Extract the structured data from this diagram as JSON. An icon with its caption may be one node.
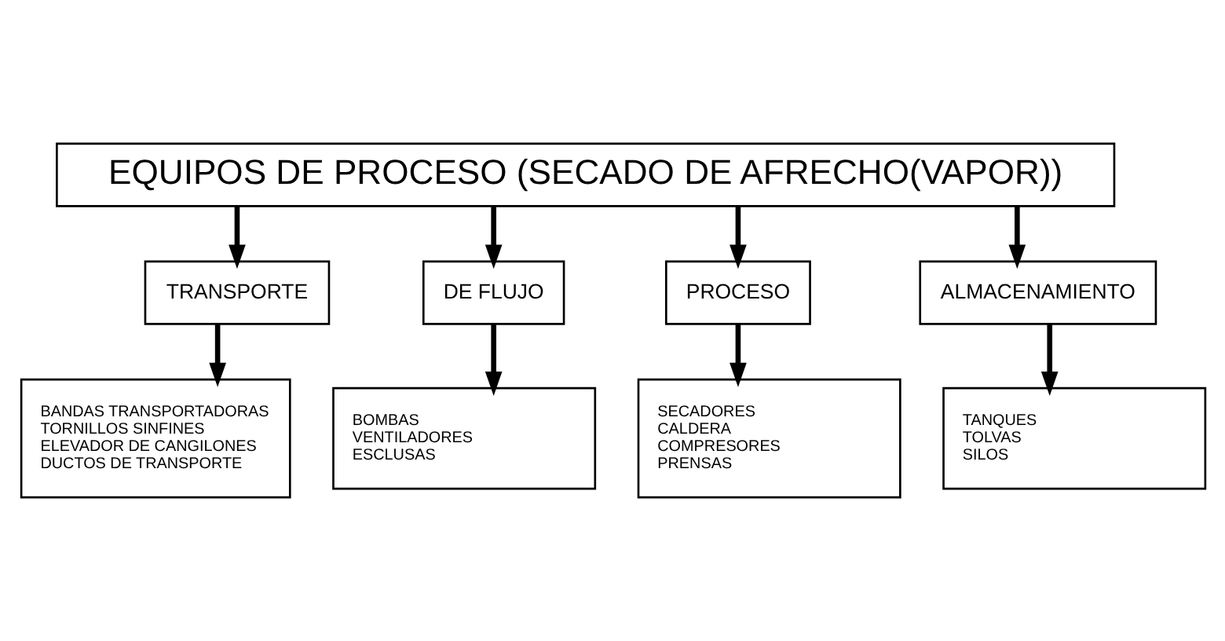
{
  "diagram": {
    "nodes": [
      {
        "text": [
          "EQUIPOS DE PROCESO (SECADO DE AFRECHO(VAPOR))"
        ]
      },
      {
        "text": [
          "TRANSPORTE"
        ]
      },
      {
        "text": [
          "DE FLUJO"
        ]
      },
      {
        "text": [
          "PROCESO"
        ]
      },
      {
        "text": [
          "ALMACENAMIENTO"
        ]
      },
      {
        "text": [
          "BANDAS TRANSPORTADORAS",
          "TORNILLOS SINFINES",
          "ELEVADOR DE CANGILONES",
          "DUCTOS DE TRANSPORTE"
        ]
      },
      {
        "text": [
          "BOMBAS",
          "VENTILADORES",
          "ESCLUSAS"
        ]
      },
      {
        "text": [
          "SECADORES",
          "CALDERA",
          "COMPRESORES",
          "PRENSAS"
        ]
      },
      {
        "text": [
          "TANQUES",
          "TOLVAS",
          "SILOS"
        ]
      }
    ],
    "edges": [
      {
        "from": 0,
        "to": 1,
        "arrow": "to"
      },
      {
        "from": 0,
        "to": 2,
        "arrow": "to"
      },
      {
        "from": 0,
        "to": 3,
        "arrow": "to"
      },
      {
        "from": 0,
        "to": 4,
        "arrow": "to"
      },
      {
        "from": 1,
        "to": 5,
        "arrow": "to"
      },
      {
        "from": 2,
        "to": 6,
        "arrow": "to"
      },
      {
        "from": 3,
        "to": 7,
        "arrow": "to"
      },
      {
        "from": 4,
        "to": 8,
        "arrow": "to"
      }
    ]
  }
}
